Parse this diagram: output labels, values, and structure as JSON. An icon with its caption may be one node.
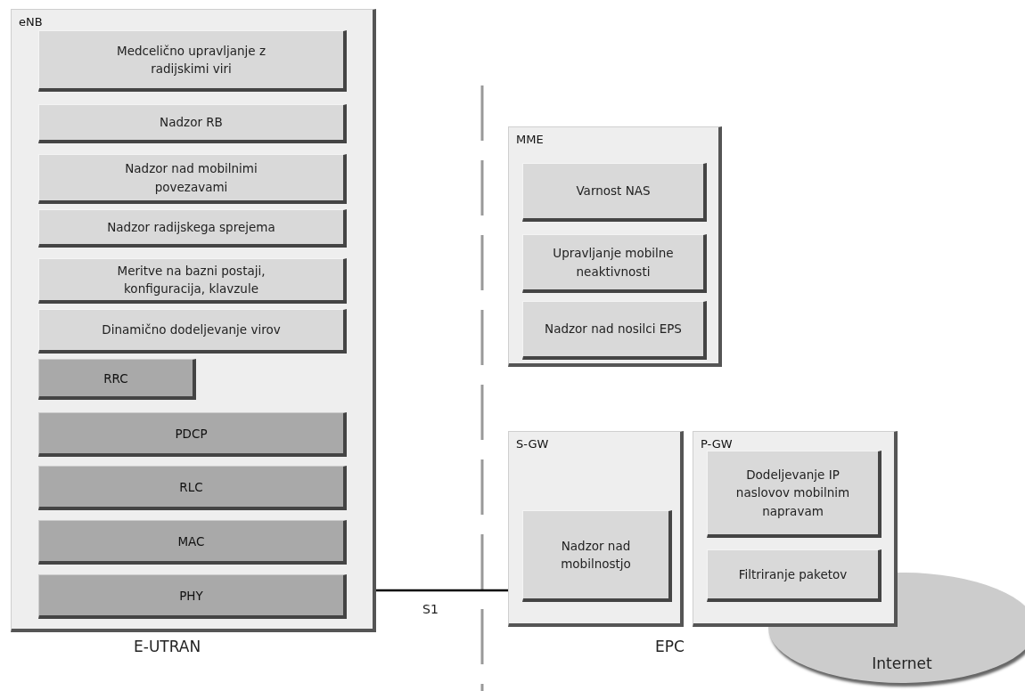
{
  "diagram": {
    "nodes": [
      {
        "text": [
          "eNB"
        ]
      },
      {
        "text": [
          "Medcelično upravljanje z radijskimi viri"
        ],
        "in": 0
      },
      {
        "text": [
          "Nadzor RB"
        ],
        "in": 0
      },
      {
        "text": [
          "Nadzor nad mobilnimi povezavami"
        ],
        "in": 0
      },
      {
        "text": [
          "Nadzor radijskega sprejema"
        ],
        "in": 0
      },
      {
        "text": [
          "Meritve na bazni postaji, konfiguracija, klavzule"
        ],
        "in": 0
      },
      {
        "text": [
          "Dinamično dodeljevanje virov"
        ],
        "in": 0
      },
      {
        "text": [
          "RRC"
        ],
        "in": 0
      },
      {
        "text": [
          "PDCP"
        ],
        "in": 0
      },
      {
        "text": [
          "RLC"
        ],
        "in": 0
      },
      {
        "text": [
          "MAC"
        ],
        "in": 0
      },
      {
        "text": [
          "PHY"
        ],
        "in": 0
      },
      {
        "text": [
          "MME"
        ]
      },
      {
        "text": [
          "Varnost NAS"
        ],
        "in": 12
      },
      {
        "text": [
          "Upravljanje mobilne neaktivnosti"
        ],
        "in": 12
      },
      {
        "text": [
          "Nadzor nad nosilci EPS"
        ],
        "in": 12
      },
      {
        "text": [
          "S-GW"
        ]
      },
      {
        "text": [
          "Nadzor nad mobilnostjo"
        ],
        "in": 16
      },
      {
        "text": [
          "P-GW"
        ]
      },
      {
        "text": [
          "Dodeljevanje IP naslovov mobilnim napravam"
        ],
        "in": 18
      },
      {
        "text": [
          "Filtriranje paketov"
        ],
        "in": 18
      },
      {
        "text": [
          "Internet"
        ]
      }
    ],
    "edges": [
      {
        "from": 0,
        "to": 16,
        "arrow": "none",
        "label": "S1"
      }
    ],
    "labels": [
      "E-UTRAN",
      "EPC"
    ]
  }
}
